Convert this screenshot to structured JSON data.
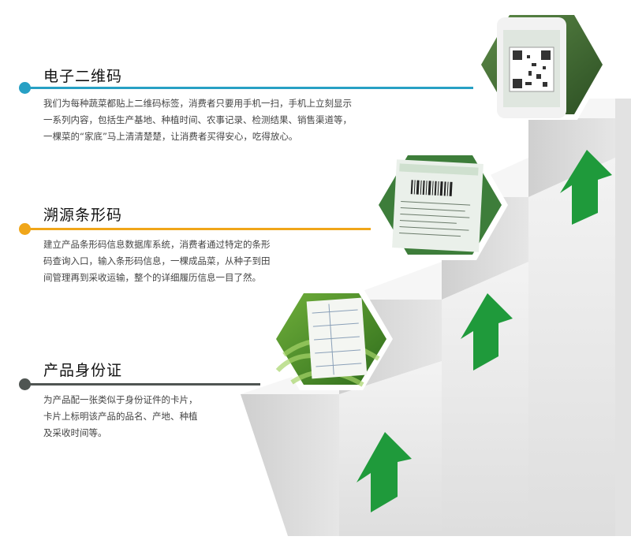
{
  "sections": [
    {
      "title": "电子二维码",
      "lines": [
        "我们为每种蔬菜都贴上二维码标签，消费者只要用手机一扫，手机上立刻显示",
        "一系列内容，包括生产基地、种植时间、农事记录、检测结果、销售渠道等，",
        "一棵菜的“家底”马上清清楚楚，让消费者买得安心，吃得放心。"
      ],
      "accent": "#27a0c4"
    },
    {
      "title": "溯源条形码",
      "lines": [
        "建立产品条形码信息数据库系统，消费者通过特定的条形",
        "码查询入口，输入条形码信息，一棵成品菜，从种子到田",
        "间管理再到采收运输，整个的详细履历信息一目了然。"
      ],
      "accent": "#f0a619"
    },
    {
      "title": "产品身份证",
      "lines": [
        "为产品配一张类似于身份证件的卡片，",
        "卡片上标明该产品的品名、产地、种植",
        "及采收时间等。"
      ],
      "accent": "#4f5552"
    }
  ],
  "colors": {
    "arrow": "#1f9a3b",
    "stair": "#e9e9e9"
  },
  "icons": [
    "up-arrow-icon",
    "up-arrow-icon",
    "up-arrow-icon"
  ]
}
